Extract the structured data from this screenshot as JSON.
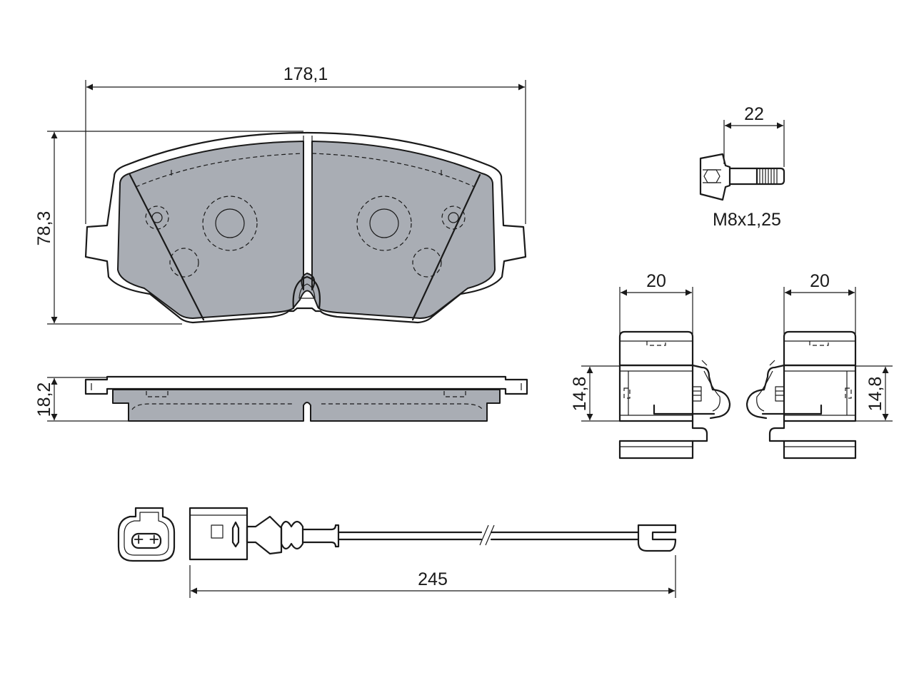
{
  "dimensions": {
    "pad_width": "178,1",
    "pad_height": "78,3",
    "pad_thickness": "18,2",
    "bolt_length": "22",
    "bolt_thread": "M8x1,25",
    "clip_left_width": "20",
    "clip_right_width": "20",
    "clip_left_height": "14,8",
    "clip_right_height": "14,8",
    "sensor_length": "245"
  },
  "colors": {
    "friction_material": "#a9adb4",
    "line": "#1a1a1a",
    "background": "#ffffff"
  }
}
